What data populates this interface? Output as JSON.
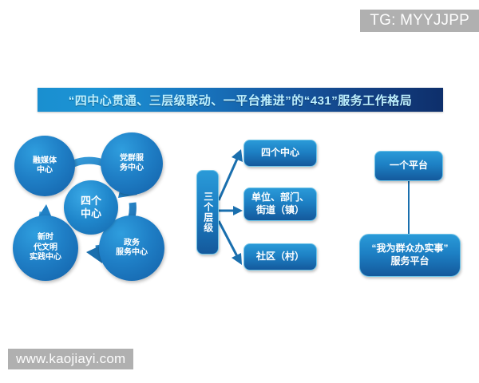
{
  "watermarks": {
    "telegram": "TG: MYYJJPP",
    "site": "www.kaojiayi.com"
  },
  "title": {
    "text": "“四中心贯通、三层级联动、一平台推进”的“431”服务工作格局"
  },
  "circle_cluster": {
    "center_label_line1": "四个",
    "center_label_line2": "中心",
    "lobes": [
      {
        "id": "rongmeiti",
        "label": "融媒体\n中心",
        "line1": "融媒体",
        "line2": "中心"
      },
      {
        "id": "dangqun",
        "label": "党群服\n务中心",
        "line1": "党群服",
        "line2": "务中心"
      },
      {
        "id": "xinshidai",
        "label": "新时\n代文明\n实践中心",
        "line1": "新时",
        "line2": "代文明",
        "line3": "实践中心"
      },
      {
        "id": "zhengwu",
        "label": "政务\n服务中心",
        "line1": "政务",
        "line2": "服务中心"
      }
    ]
  },
  "flow_middle": {
    "source_label": "三个层级",
    "targets": [
      {
        "id": "sigezhongxin",
        "line1": "四个中心",
        "line2": ""
      },
      {
        "id": "danwei",
        "line1": "单位、部门、",
        "line2": "街道（镇）"
      },
      {
        "id": "shequ",
        "line1": "社区（村）",
        "line2": ""
      }
    ]
  },
  "flow_right": {
    "top_label": "一个平台",
    "bottom_line1": "“我为群众办实事”",
    "bottom_line2": "服务平台"
  },
  "colors": {
    "banner_light": "#1a8fd0",
    "banner_dark": "#0e2f6b",
    "banner_text": "#bdf0ff",
    "node_blue_light": "#2a9ad8",
    "node_blue_dark": "#14599c",
    "node_border": "#6fc4e8",
    "circle_blue": "#1f7fc6",
    "arrow_blue": "#1a6fae",
    "watermark_bg": "#b0b0b0"
  }
}
